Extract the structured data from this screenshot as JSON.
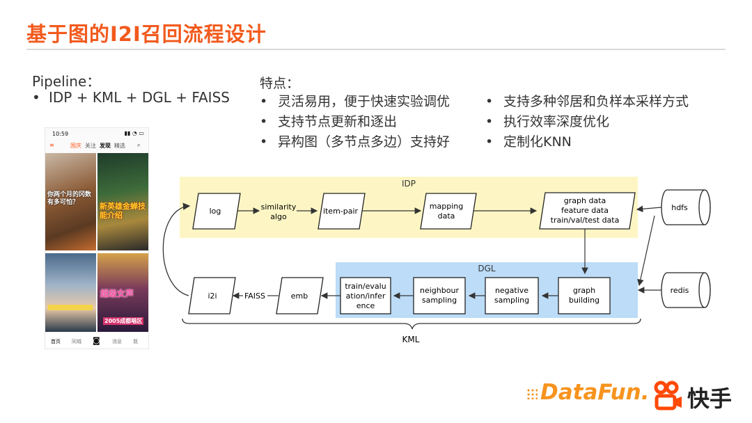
{
  "title": "基于图的I2I召回流程设计",
  "pipeline": {
    "heading": "Pipeline：",
    "items": [
      "IDP + KML + DGL + FAISS"
    ]
  },
  "features": {
    "heading": "特点：",
    "left": [
      "灵活易用，便于快速实验调优",
      "支持节点更新和逐出",
      "异构图（多节点多边）支持好"
    ],
    "right": [
      "支持多种邻居和负样本采样方式",
      "执行效率深度优化",
      "定制化KNN"
    ]
  },
  "phone": {
    "time": "10:59",
    "tabs": [
      "国庆",
      "关注",
      "发现",
      "精选"
    ],
    "captions": [
      "你两个月的冈数有多可怕？",
      "新英雄金蝉技能介绍",
      "超级女声",
      "2005成都唱区"
    ],
    "bottom": [
      "首页",
      "同城",
      "消息",
      "我"
    ]
  },
  "diagram": {
    "idp_label": "IDP",
    "dgl_label": "DGL",
    "kml_label": "KML",
    "nodes": {
      "log": "log",
      "similarity": [
        "similarity",
        "algo"
      ],
      "item_pair": "item-pair",
      "mapping": [
        "mapping",
        "data"
      ],
      "graph_data": [
        "graph data",
        "feature data",
        "train/val/test data"
      ],
      "hdfs": "hdfs",
      "redis": "redis",
      "graph_building": [
        "graph",
        "building"
      ],
      "negative": [
        "negative",
        "sampling"
      ],
      "neighbour": [
        "neighbour",
        "sampling"
      ],
      "train": [
        "train/evalu",
        "ation/infer",
        "ence"
      ],
      "emb": "emb",
      "faiss": "FAISS",
      "i2i": "i2i"
    }
  },
  "logos": {
    "datafun": "DataFun.",
    "kuaishou": "快手"
  },
  "colors": {
    "title": "#f25a1d",
    "idp_bg": "#fdf6c4",
    "dgl_bg": "#bcdcf7",
    "logo": "#f7931e"
  }
}
